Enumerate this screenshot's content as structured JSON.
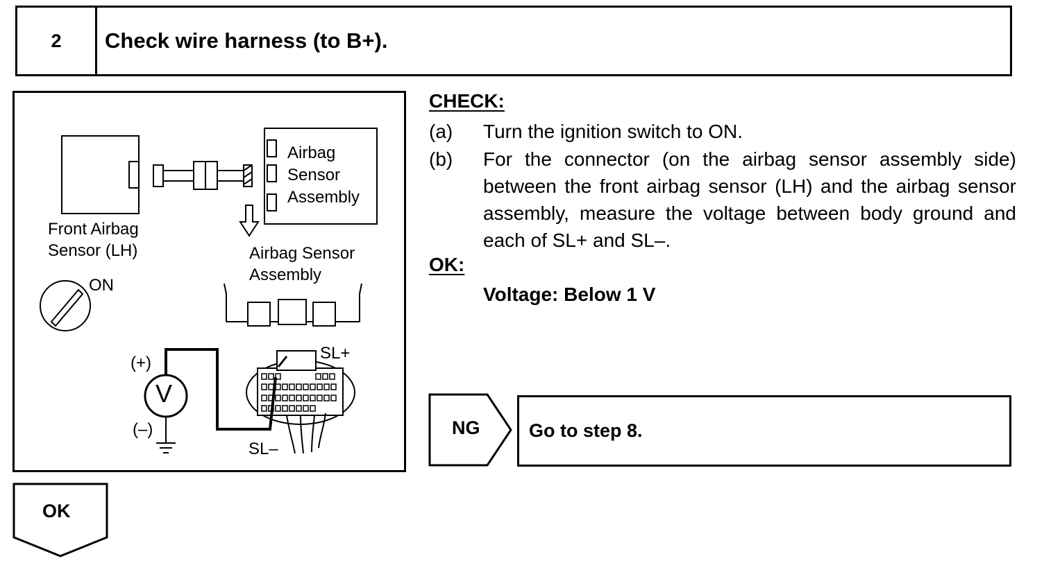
{
  "step": {
    "number": "2",
    "title": "Check wire harness (to B+)."
  },
  "figure": {
    "front_sensor_label": [
      "Front Airbag",
      "Sensor (LH)"
    ],
    "airbag_sensor_box_label": [
      "Airbag",
      "Sensor",
      "Assembly"
    ],
    "airbag_sensor_assembly_label": [
      "Airbag Sensor",
      "Assembly"
    ],
    "ignition_label": "ON",
    "voltmeter_symbol": "V",
    "plus_label": "(+)",
    "minus_label": "(–)",
    "sl_plus_label": "SL+",
    "sl_minus_label": "SL–"
  },
  "check": {
    "title": "CHECK:",
    "items": [
      {
        "label": "(a)",
        "text": "Turn the ignition switch to ON."
      },
      {
        "label": "(b)",
        "text": "For the connector (on the airbag sensor assembly side) between the front airbag sensor (LH) and the airbag sensor assembly, measure the voltage between body ground and each of SL+ and SL–."
      }
    ]
  },
  "ok": {
    "title": "OK:",
    "value": "Voltage: Below 1 V"
  },
  "ng": {
    "label": "NG",
    "action": "Go to step 8."
  },
  "ok_branch": {
    "label": "OK"
  }
}
